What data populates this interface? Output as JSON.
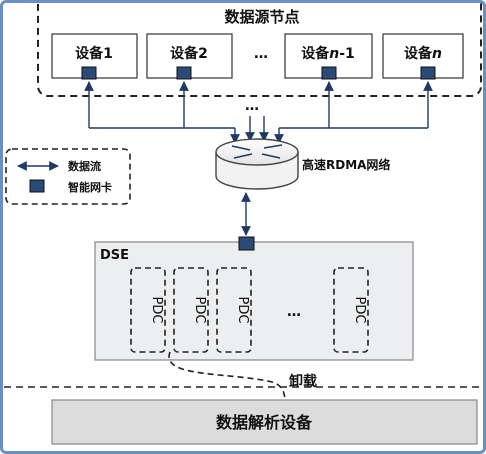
{
  "source_group": {
    "title": "数据源节点"
  },
  "devices": [
    {
      "label": "设备1"
    },
    {
      "label": "设备2"
    },
    {
      "label": "…"
    },
    {
      "label": "设备",
      "label_var": "n",
      "label_suffix": "-1"
    },
    {
      "label": "设备",
      "label_var": "n",
      "label_suffix": ""
    }
  ],
  "between_devices_ellipsis": "…",
  "under_devices_ellipsis": "…",
  "network": {
    "label": "高速RDMA网络"
  },
  "legend": {
    "dataflow": "数据流",
    "nic": "智能网卡"
  },
  "dse": {
    "title": "DSE",
    "pdcs": [
      "PDC",
      "PDC",
      "PDC",
      "PDC"
    ],
    "ellipsis": "…"
  },
  "offload_label": "卸载",
  "analysis_device": {
    "label": "数据解析设备"
  },
  "colors": {
    "nic": "#2b4a78",
    "frame": "#6a8fc2",
    "dse_bg": "#eceef0",
    "analysis_bg": "#dcdcdc"
  }
}
